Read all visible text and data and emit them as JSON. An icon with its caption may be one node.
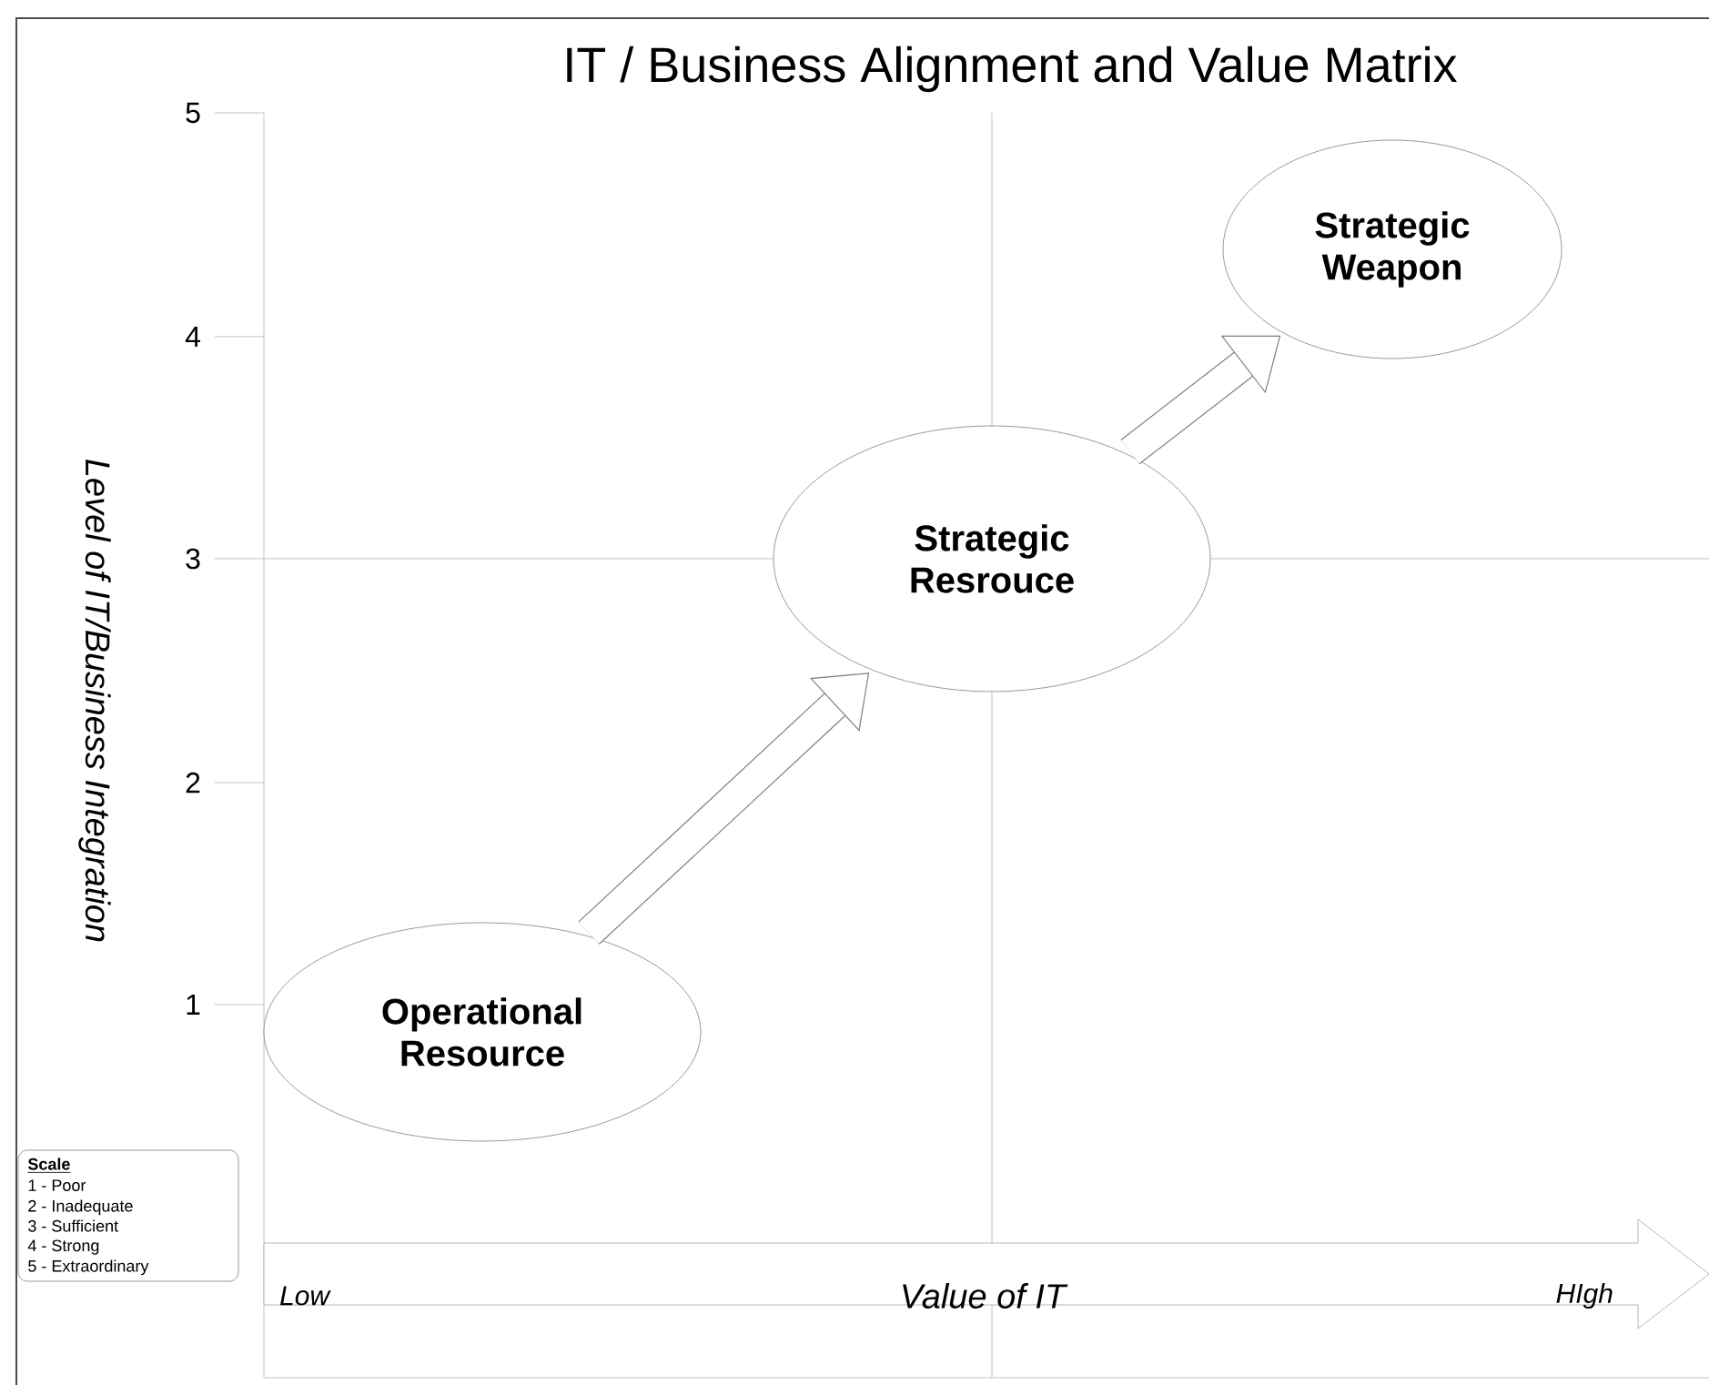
{
  "diagram": {
    "title": "IT / Business Alignment and Value Matrix",
    "nodes": [
      {
        "text": [
          "Operational Resource"
        ]
      },
      {
        "text": [
          "Strategic Resrouce"
        ]
      },
      {
        "text": [
          "Strategic Weapon"
        ]
      }
    ],
    "edges": [
      {
        "from": 0,
        "to": 1,
        "arrow": "to"
      },
      {
        "from": 1,
        "to": 2,
        "arrow": "to"
      }
    ],
    "labels": [
      "5",
      "4",
      "3",
      "2",
      "1",
      "Level of IT/Business Integration",
      "Scale",
      "1 - Poor",
      "2 - Inadequate",
      "3 - Sufficient",
      "4 - Strong",
      "5 - Extraordinary",
      "Low",
      "Value of IT",
      "HIgh"
    ]
  }
}
